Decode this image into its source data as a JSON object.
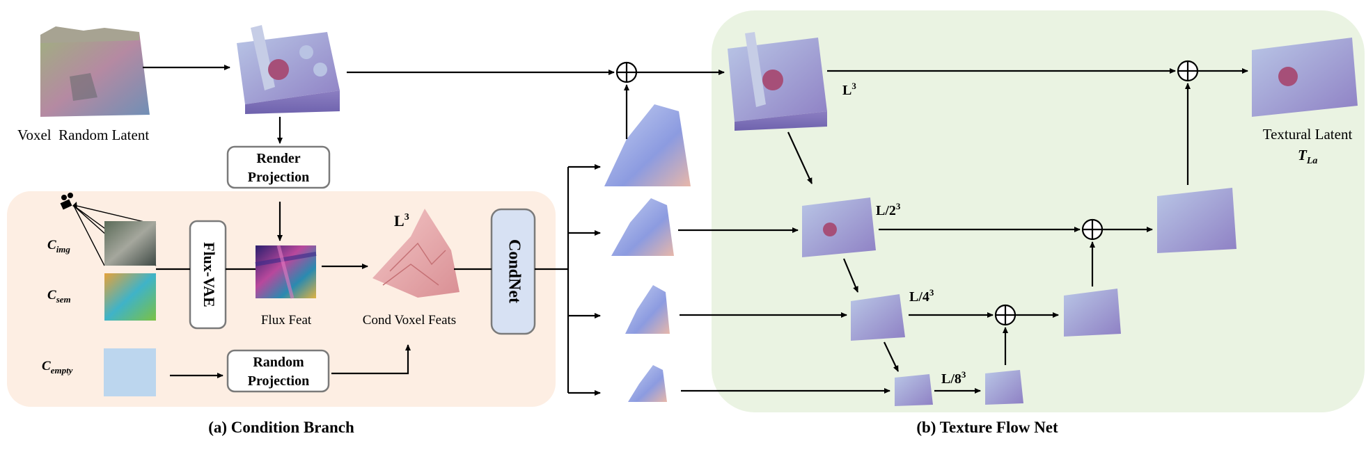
{
  "labels": {
    "voxel_random_latent": "Voxel  Random Latent",
    "render_projection_line1": "Render",
    "render_projection_line2": "Projection",
    "random_projection_line1": "Random",
    "random_projection_line2": "Projection",
    "flux_vae": "Flux-VAE",
    "condnet": "CondNet",
    "flux_feat": "Flux Feat",
    "cond_voxel_feats": "Cond Voxel Feats",
    "l_cubed": "L",
    "l_cubed_out": "L",
    "l2": "L/2",
    "l4": "L/4",
    "l8": "L/8",
    "exp3": "3",
    "c_img_main": "C",
    "c_img_sub": "img",
    "c_sem_main": "C",
    "c_sem_sub": "sem",
    "c_empty_main": "C",
    "c_empty_sub": "empty",
    "textural_latent": "Textural Latent",
    "t_la_main": "T",
    "t_la_sub": "La",
    "caption_a": "(a) Condition Branch",
    "caption_b": "(b) Texture Flow Net"
  },
  "colors": {
    "condition_bg": "#fdeee3",
    "flow_bg": "#eaf3e2",
    "condnet_fill": "#d7e1f3",
    "empty_fill": "#bcd6ee",
    "voxel_top": "#8f86c6",
    "voxel_side": "#7b6fb8",
    "cond_voxel": "#e8a9a9"
  },
  "icons": [
    "camera-icon",
    "plus-circle-icon"
  ]
}
